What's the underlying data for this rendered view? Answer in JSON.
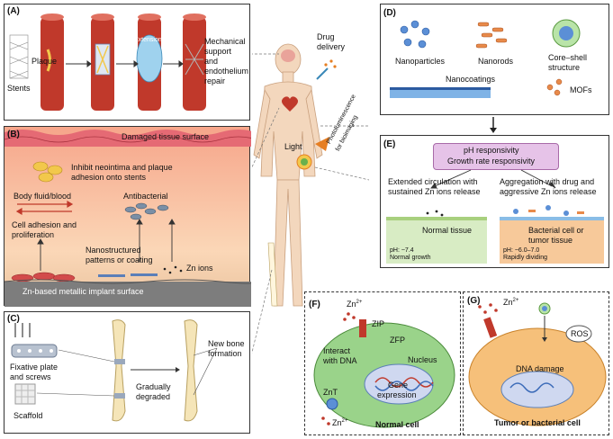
{
  "panelA": {
    "label": "(A)",
    "stents": "Stents",
    "plaque": "Plaque",
    "extension": "Extension",
    "mechanical": [
      "Mechanical",
      "support",
      "and",
      "endothelium",
      "repair"
    ]
  },
  "panelB": {
    "label": "(B)",
    "damaged": "Damaged tissue surface",
    "inhibit": [
      "Inhibit neointima and plaque",
      "adhesion onto stents"
    ],
    "body_fluid": "Body fluid/blood",
    "antibacterial": "Antibacterial",
    "cell_adhesion": [
      "Cell adhesion and",
      "proliferation"
    ],
    "nano_patterns": [
      "Nanostructured",
      "patterns  or coating"
    ],
    "zn_ions": "Zn ions",
    "implant_surface": "Zn-based metallic implant surface"
  },
  "panelC": {
    "label": "(C)",
    "fixative": [
      "Fixative plate",
      "and screws"
    ],
    "scaffold": "Scaffold",
    "gradually": [
      "Gradually",
      "degraded"
    ],
    "new_bone": [
      "New bone",
      "formation"
    ]
  },
  "center": {
    "drug_delivery": [
      "Drug",
      "delivery"
    ],
    "light": "Light",
    "photo": [
      "Photoluminescence",
      "for bioimaging"
    ]
  },
  "panelD": {
    "label": "(D)",
    "nanoparticles": "Nanoparticles",
    "nanorods": "Nanorods",
    "coreshell": [
      "Core–shell",
      "structure"
    ],
    "nanocoatings": "Nanocoatings",
    "mofs": "MOFs"
  },
  "panelE": {
    "label": "(E)",
    "responsivity": [
      "pH responsivity",
      "Growth rate responsivity"
    ],
    "extended": [
      "Extended circulation with",
      "sustained Zn ions release"
    ],
    "aggregation": [
      "Aggregation with drug and",
      "aggressive Zn ions release"
    ],
    "normal_tissue": "Normal tissue",
    "normal_ph": [
      "pH: ~7.4",
      "Normal growth"
    ],
    "bacterial": [
      "Bacterial cell or",
      "tumor tissue"
    ],
    "bacterial_ph": [
      "pH: ~6.0–7.0",
      "Rapidly dividing"
    ]
  },
  "panelF": {
    "label": "(F)",
    "zn_top": "Zn",
    "sup": "2+",
    "zip": "ZIP",
    "zfp": "ZFP",
    "interact": [
      "Interact",
      "with DNA"
    ],
    "nucleus": "Nucleus",
    "gene": [
      "Gene",
      "expression"
    ],
    "znt": "ZnT",
    "zn_bottom": "Zn",
    "normal_cell": "Normal cell"
  },
  "panelG": {
    "label": "(G)",
    "zn": "Zn",
    "sup": "2+",
    "ros": "ROS",
    "dna_damage": "DNA damage",
    "tumor_cell": "Tumor or bacterial cell"
  },
  "colors": {
    "vessel": "#c0392b",
    "plaque": "#f2c84b",
    "skin": "#f3d7bd",
    "cell_green": "#9ad38a",
    "cell_orange": "#f6c07a",
    "nucleus": "#cfd8f0",
    "accent_purple": "#e6c3e8"
  }
}
